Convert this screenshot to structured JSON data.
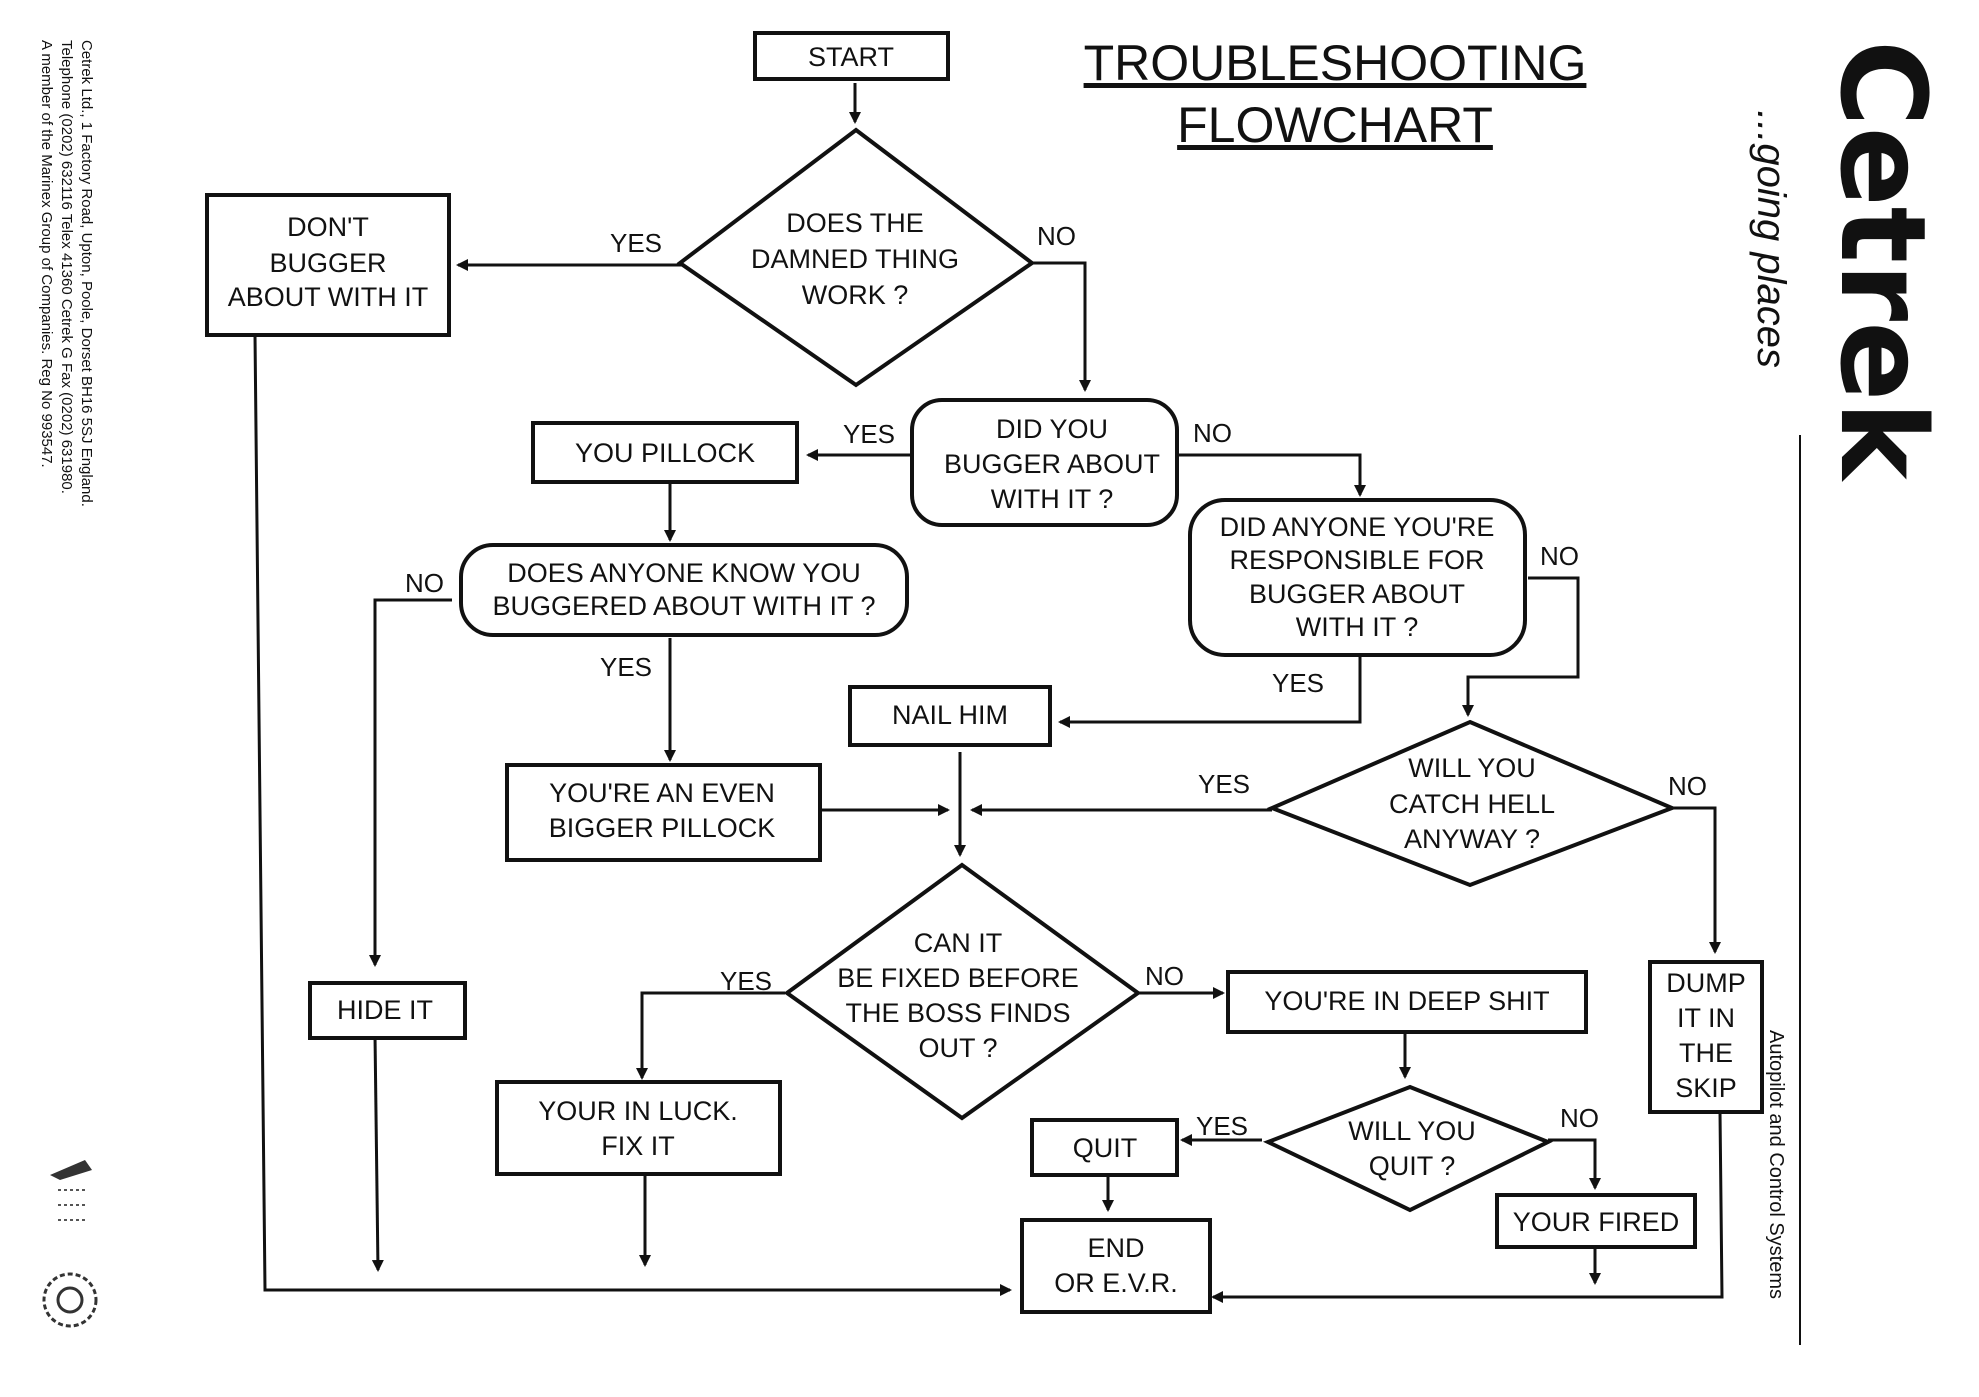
{
  "title": [
    "TROUBLESHOOTING",
    "FLOWCHART"
  ],
  "company": {
    "address_lines": [
      "Cetrek Ltd., 1 Factory Road, Upton, Poole, Dorset BH16 5SJ England.",
      "Telephone (0202) 632116    Telex 41360 Cetrek G    Fax (0202) 631980.",
      "A member of the Marinex Group of Companies.    Reg No 993547."
    ],
    "brand": "Cetrek",
    "tagline": "...going places",
    "division": "Autopilot and Control Systems"
  },
  "nodes": {
    "start": [
      "START"
    ],
    "q_works": [
      "DOES THE",
      "DAMNED THING",
      "WORK ?"
    ],
    "dont_bugger": [
      "DON'T",
      "BUGGER",
      "ABOUT WITH IT"
    ],
    "q_did_you": [
      "DID YOU",
      "BUGGER ABOUT",
      "WITH IT ?"
    ],
    "pillock": [
      "YOU PILLOCK"
    ],
    "q_anyone_know": [
      "DOES ANYONE KNOW YOU",
      "BUGGERED ABOUT WITH IT ?"
    ],
    "q_responsible": [
      "DID ANYONE YOU'RE",
      "RESPONSIBLE FOR",
      "BUGGER ABOUT",
      "WITH IT ?"
    ],
    "nail_him": [
      "NAIL HIM"
    ],
    "bigger_pillock": [
      "YOU'RE AN EVEN",
      "BIGGER PILLOCK"
    ],
    "q_catch_hell": [
      "WILL YOU",
      "CATCH HELL",
      "ANYWAY ?"
    ],
    "q_fixed": [
      "CAN IT",
      "BE FIXED BEFORE",
      "THE BOSS FINDS",
      "OUT ?"
    ],
    "hide_it": [
      "HIDE IT"
    ],
    "deep_shit": [
      "YOU'RE IN DEEP SHIT"
    ],
    "dump_skip": [
      "DUMP",
      "IT IN",
      "THE",
      "SKIP"
    ],
    "luck": [
      "YOUR IN LUCK.",
      "FIX IT"
    ],
    "quit": [
      "QUIT"
    ],
    "q_quit": [
      "WILL YOU",
      "QUIT ?"
    ],
    "fired": [
      "YOUR FIRED"
    ],
    "end": [
      "END",
      "OR E.V.R."
    ]
  },
  "labels": {
    "yes": "YES",
    "no": "NO"
  }
}
